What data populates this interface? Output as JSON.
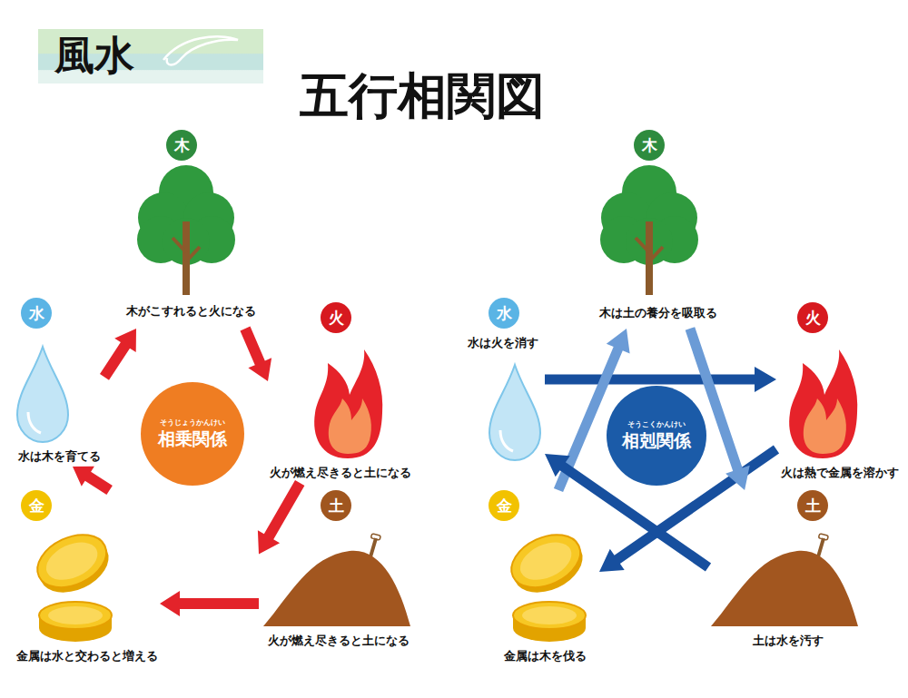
{
  "diagram": {
    "title": "五行相関図",
    "nodes": [
      {
        "text": [
          "木",
          "木がこすれると火になる"
        ]
      },
      {
        "text": [
          "水",
          "水は木を育てる"
        ]
      },
      {
        "text": [
          "火",
          "火が燃え尽きると土になる"
        ]
      },
      {
        "text": [
          "そうじょうかんけい",
          "相乗関係"
        ]
      },
      {
        "text": [
          "金",
          "金属は水と交わると増える"
        ]
      },
      {
        "text": [
          "土",
          "火が燃え尽きると土になる"
        ]
      },
      {
        "text": [
          "木",
          "木は土の養分を吸取る"
        ]
      },
      {
        "text": [
          "水",
          "水は火を消す"
        ]
      },
      {
        "text": [
          "火",
          "火は熱で金属を溶かす"
        ]
      },
      {
        "text": [
          "そうこくかんけい",
          "相剋関係"
        ]
      },
      {
        "text": [
          "金",
          "金属は木を伐る"
        ]
      },
      {
        "text": [
          "土",
          "土は水を汚す"
        ]
      }
    ],
    "edges": [
      {
        "from": 1,
        "to": 0,
        "arrow": "to"
      },
      {
        "from": 0,
        "to": 2,
        "arrow": "to"
      },
      {
        "from": 2,
        "to": 5,
        "arrow": "to"
      },
      {
        "from": 5,
        "to": 4,
        "arrow": "to"
      },
      {
        "from": 4,
        "to": 1,
        "arrow": "to"
      },
      {
        "from": 7,
        "to": 8,
        "arrow": "to"
      },
      {
        "from": 8,
        "to": 10,
        "arrow": "to"
      },
      {
        "from": 10,
        "to": 6,
        "arrow": "to"
      },
      {
        "from": 6,
        "to": 11,
        "arrow": "to"
      },
      {
        "from": 11,
        "to": 7,
        "arrow": "to"
      }
    ],
    "labels": [
      "風水"
    ]
  }
}
